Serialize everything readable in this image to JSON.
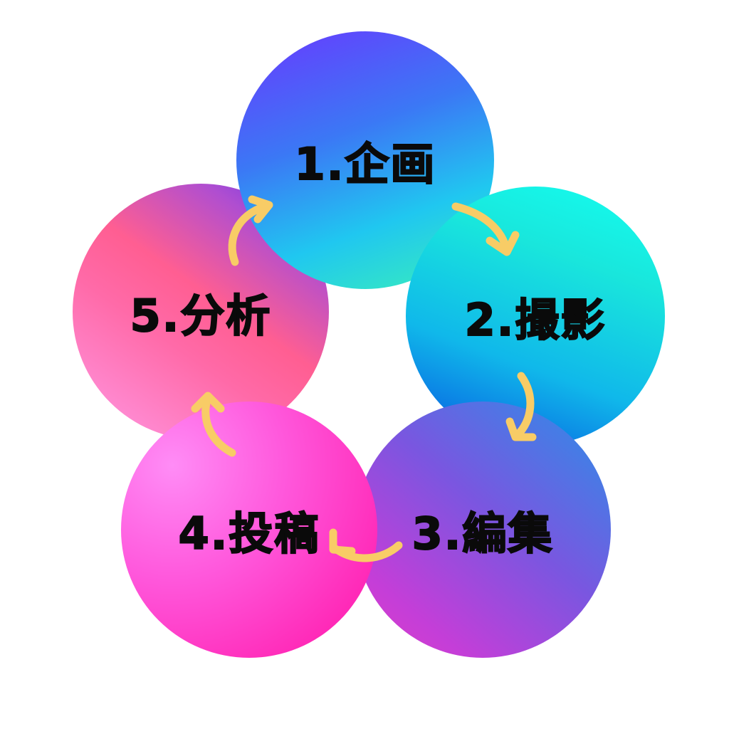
{
  "steps": [
    {
      "label": "1.企画"
    },
    {
      "label": "2.撮影"
    },
    {
      "label": "3.編集"
    },
    {
      "label": "4.投稿"
    },
    {
      "label": "5.分析"
    }
  ],
  "colors": {
    "arrow": "#f8cc66",
    "text": "#0a0a0a",
    "background": "#ffffff"
  }
}
